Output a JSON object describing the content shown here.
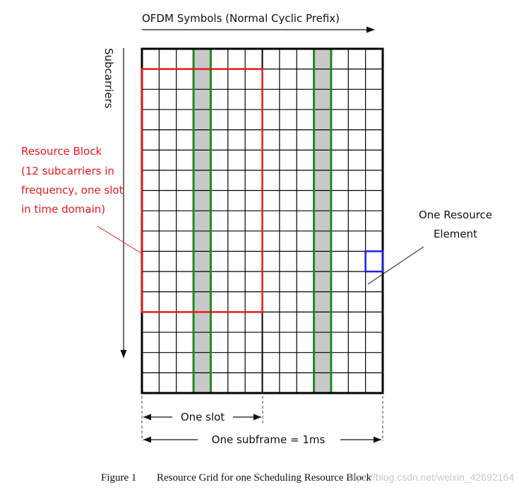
{
  "labels": {
    "ofdm_symbols": "OFDM Symbols (Normal Cyclic Prefix)",
    "subcarriers": "Subcarriers",
    "rb_line1": "Resource Block",
    "rb_line2": "(12 subcarriers in",
    "rb_line3": "frequency, one slot",
    "rb_line4": "in time domain)",
    "re_line1": "One Resource",
    "re_line2": "Element",
    "one_slot": "One slot",
    "one_subframe": "One subframe = 1ms",
    "caption_figure": "Figure 1",
    "caption_title": "Resource Grid for one Scheduling Resource Block",
    "watermark": "https://blog.csdn.net/weixin_42692164"
  },
  "grid": {
    "columns": 14,
    "rows": 17,
    "symbols_per_slot": 7,
    "resource_block_subcarriers": 12,
    "shaded_symbols": [
      3,
      10
    ],
    "resource_element": {
      "symbol": 13,
      "subcarrier": 10
    }
  },
  "colors": {
    "grid_line": "#000000",
    "resource_block": "#e8191c",
    "reference_column_fill": "#c8c8c8",
    "reference_column_edge": "#1e8a1e",
    "resource_element": "#1f1fe0",
    "text": "#111111",
    "watermark": "#c9c9c9"
  }
}
